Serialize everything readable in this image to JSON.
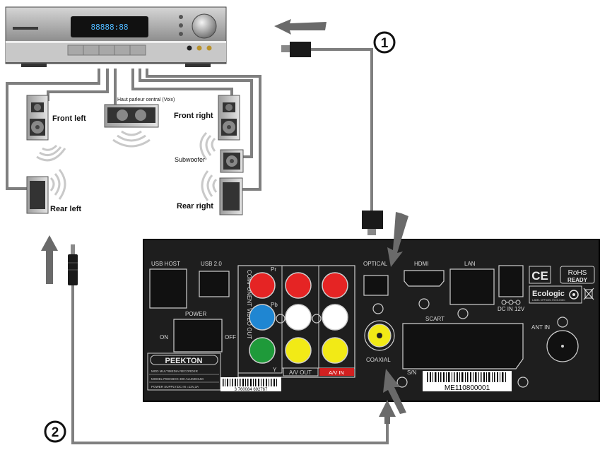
{
  "speakers": {
    "front_left": "Front left",
    "front_right": "Front right",
    "center": "Haut parleur central (Voix)",
    "subwoofer": "Subwoofer",
    "rear_left": "Rear left",
    "rear_right": "Rear right"
  },
  "callouts": {
    "one": "1",
    "two": "2"
  },
  "panel": {
    "usb_host": "USB HOST",
    "usb2": "USB 2.0",
    "power": "POWER",
    "on": "ON",
    "off": "OFF",
    "component": "COMPONENT VIDEO OUT",
    "pr": "Pr",
    "pb": "Pb",
    "y": "Y",
    "av_out": "A/V OUT",
    "av_in": "A/V IN",
    "optical": "OPTICAL",
    "hdmi": "HDMI",
    "lan": "LAN",
    "dc_in": "DC IN 12V",
    "scart": "SCART",
    "coaxial": "COAXIAL",
    "sn": "S/N",
    "ant_in": "ANT IN",
    "brand": "PEEKTON",
    "brand_line1": "MOD MULTIMEDIA RECORDER",
    "brand_line2": "MODEL:PEEKBOX 300 ALUMINIUM",
    "brand_line3": "POWER SUPPLY:DC IN =12V,3A",
    "ce": "CE",
    "rohs1": "RoHS",
    "rohs2": "READY",
    "ecologic": "Ecologic",
    "ecologic_sub": "LABEL OFFICIEL ÉCOLOGIC",
    "barcode_num": "3 760084 692767",
    "serial": "ME110800001"
  },
  "receiver": {
    "display": "88888:88"
  },
  "colors": {
    "panel": "#1e1e1e",
    "cable": "#7f7f7f",
    "rca_red": "#e52424",
    "rca_blue": "#1f86d2",
    "rca_green": "#1f9a3a",
    "rca_yellow": "#f2ea16",
    "rca_white": "#ffffff"
  }
}
